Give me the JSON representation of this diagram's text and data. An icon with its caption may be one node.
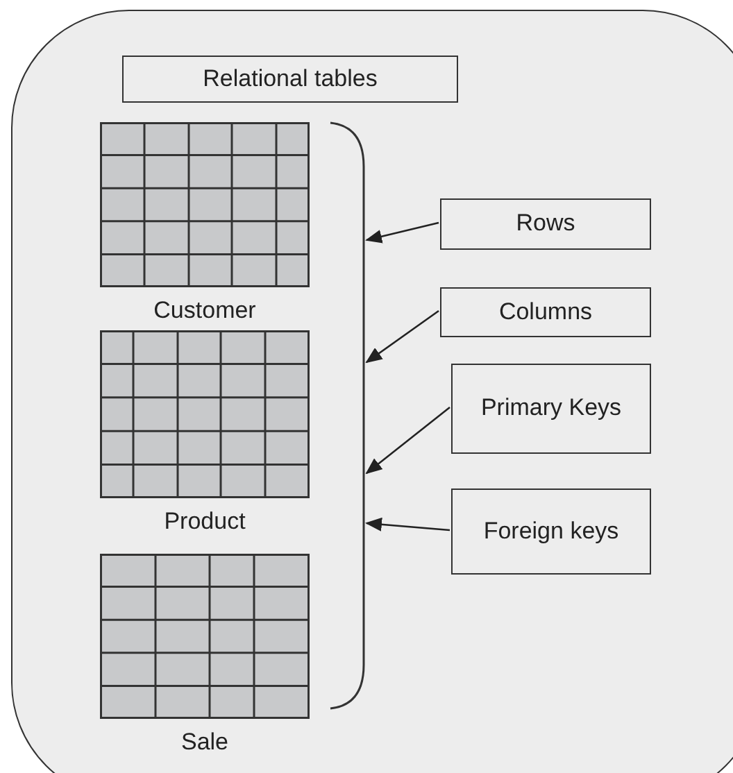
{
  "diagram": {
    "nodes": [
      {
        "text": [],
        "shape": "box"
      },
      {
        "text": [
          "Relational tables"
        ],
        "in": 0
      },
      {
        "text": [
          "Customer"
        ],
        "in": 0
      },
      {
        "text": [
          "Product"
        ],
        "in": 0
      },
      {
        "text": [
          "Sale"
        ],
        "in": 0
      },
      {
        "text": [],
        "shape": "bracket",
        "in": 0
      },
      {
        "text": [
          "Rows"
        ],
        "in": 0
      },
      {
        "text": [
          "Columns"
        ],
        "in": 0
      },
      {
        "text": [
          "Primary Keys"
        ],
        "in": 0
      },
      {
        "text": [
          "Foreign keys"
        ],
        "in": 0
      }
    ],
    "edges": [
      {
        "from": 6,
        "to": 5,
        "arrow": "to"
      },
      {
        "from": 7,
        "to": 5,
        "arrow": "to"
      },
      {
        "from": 8,
        "to": 5,
        "arrow": "to"
      },
      {
        "from": 9,
        "to": 5,
        "arrow": "to"
      }
    ]
  }
}
